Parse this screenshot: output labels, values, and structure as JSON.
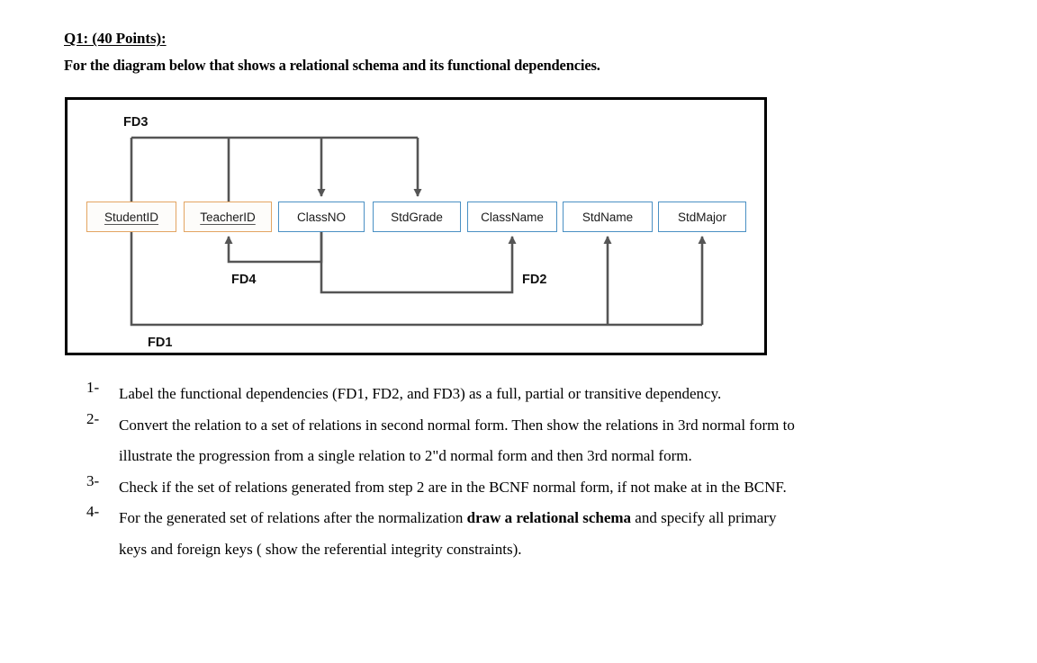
{
  "header": {
    "title": "Q1: (40 Points):",
    "subtitle": "For the diagram below that shows a relational schema and its functional dependencies."
  },
  "diagram": {
    "attributes": [
      {
        "name": "StudentID",
        "type": "key",
        "underlined": true,
        "border_color": "#e3a562"
      },
      {
        "name": "TeacherID",
        "type": "key",
        "underlined": true,
        "border_color": "#e3a562"
      },
      {
        "name": "ClassNO",
        "type": "nonkey",
        "underlined": false,
        "border_color": "#4a90c4"
      },
      {
        "name": "StdGrade",
        "type": "nonkey",
        "underlined": false,
        "border_color": "#4a90c4"
      },
      {
        "name": "ClassName",
        "type": "nonkey",
        "underlined": false,
        "border_color": "#4a90c4"
      },
      {
        "name": "StdName",
        "type": "nonkey",
        "underlined": false,
        "border_color": "#4a90c4"
      },
      {
        "name": "StdMajor",
        "type": "nonkey",
        "underlined": false,
        "border_color": "#4a90c4"
      }
    ],
    "dependencies": [
      {
        "label": "FD3",
        "determinants": [
          "StudentID",
          "TeacherID"
        ],
        "dependents": [
          "ClassNO",
          "StdGrade"
        ]
      },
      {
        "label": "FD4",
        "determinants": [
          "ClassNO"
        ],
        "dependents": [
          "TeacherID"
        ]
      },
      {
        "label": "FD2",
        "determinants": [
          "ClassNO"
        ],
        "dependents": [
          "ClassName"
        ]
      },
      {
        "label": "FD1",
        "determinants": [
          "StudentID"
        ],
        "dependents": [
          "StdName",
          "StdMajor"
        ]
      }
    ],
    "labels": {
      "fd1": "FD1",
      "fd2": "FD2",
      "fd3": "FD3",
      "fd4": "FD4"
    },
    "line_color": "#555555",
    "frame_color": "#000000"
  },
  "tasks": [
    {
      "number": "1-",
      "text": "Label the functional dependencies (FD1, FD2, and FD3)  as a full, partial or transitive dependency."
    },
    {
      "number": "2-",
      "text": "Convert the relation to a set of relations in second normal form. Then show the relations in 3rd normal form to illustrate the progression from a single relation to 2\"d normal form and then 3rd normal form."
    },
    {
      "number": "3-",
      "text": "Check if the set of relations generated from step 2 are in the BCNF normal form, if not make at in the BCNF."
    },
    {
      "number": "4-",
      "text_before": "For the generated set of relations after the normalization ",
      "text_bold": "draw a relational schema",
      "text_after": " and specify all primary keys and foreign keys ( show the referential integrity constraints)."
    }
  ]
}
